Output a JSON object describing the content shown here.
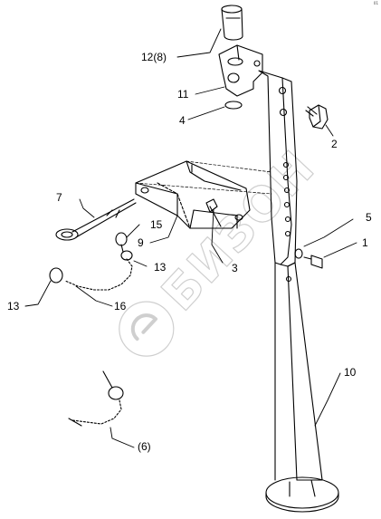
{
  "corner_mark": "01",
  "watermark": {
    "text": "БИЗОН"
  },
  "callouts": [
    {
      "id": "c-12",
      "label": "12(8)"
    },
    {
      "id": "c-11",
      "label": "11"
    },
    {
      "id": "c-4",
      "label": "4"
    },
    {
      "id": "c-2",
      "label": "2"
    },
    {
      "id": "c-7",
      "label": "7"
    },
    {
      "id": "c-15",
      "label": "15"
    },
    {
      "id": "c-9",
      "label": "9"
    },
    {
      "id": "c-3",
      "label": "3"
    },
    {
      "id": "c-13a",
      "label": "13"
    },
    {
      "id": "c-5",
      "label": "5"
    },
    {
      "id": "c-1",
      "label": "1"
    },
    {
      "id": "c-13b",
      "label": "13"
    },
    {
      "id": "c-16",
      "label": "16"
    },
    {
      "id": "c-10",
      "label": "10"
    },
    {
      "id": "c-6",
      "label": "(6)"
    }
  ]
}
